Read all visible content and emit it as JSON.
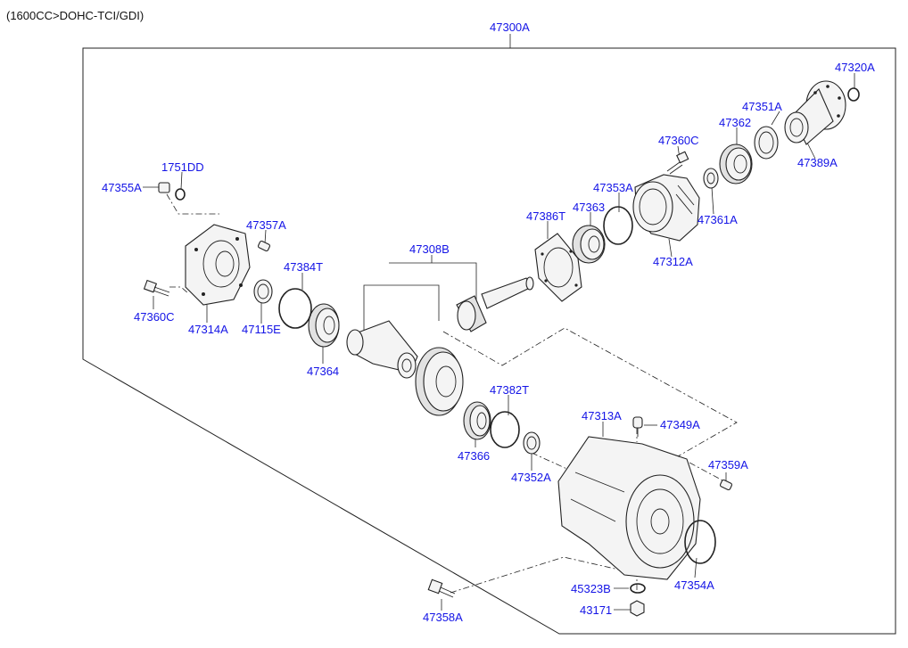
{
  "header": {
    "engine_spec": "(1600CC>DOHC-TCI/GDI)"
  },
  "assembly": {
    "number": "47300A"
  },
  "parts": [
    {
      "key": "p47320A",
      "number": "47320A"
    },
    {
      "key": "p47351A",
      "number": "47351A"
    },
    {
      "key": "p47362",
      "number": "47362"
    },
    {
      "key": "p47360C_top",
      "number": "47360C"
    },
    {
      "key": "p47389A",
      "number": "47389A"
    },
    {
      "key": "p47353A",
      "number": "47353A"
    },
    {
      "key": "p47363",
      "number": "47363"
    },
    {
      "key": "p47386T",
      "number": "47386T"
    },
    {
      "key": "p47361A",
      "number": "47361A"
    },
    {
      "key": "p47312A",
      "number": "47312A"
    },
    {
      "key": "p1751DD",
      "number": "1751DD"
    },
    {
      "key": "p47355A",
      "number": "47355A"
    },
    {
      "key": "p47357A",
      "number": "47357A"
    },
    {
      "key": "p47308B",
      "number": "47308B"
    },
    {
      "key": "p47384T",
      "number": "47384T"
    },
    {
      "key": "p47360C_left",
      "number": "47360C"
    },
    {
      "key": "p47314A",
      "number": "47314A"
    },
    {
      "key": "p47115E",
      "number": "47115E"
    },
    {
      "key": "p47364",
      "number": "47364"
    },
    {
      "key": "p47382T",
      "number": "47382T"
    },
    {
      "key": "p47366",
      "number": "47366"
    },
    {
      "key": "p47352A",
      "number": "47352A"
    },
    {
      "key": "p47313A",
      "number": "47313A"
    },
    {
      "key": "p47349A",
      "number": "47349A"
    },
    {
      "key": "p47359A",
      "number": "47359A"
    },
    {
      "key": "p45323B",
      "number": "45323B"
    },
    {
      "key": "p47354A",
      "number": "47354A"
    },
    {
      "key": "p43171",
      "number": "43171"
    },
    {
      "key": "p47358A",
      "number": "47358A"
    }
  ]
}
